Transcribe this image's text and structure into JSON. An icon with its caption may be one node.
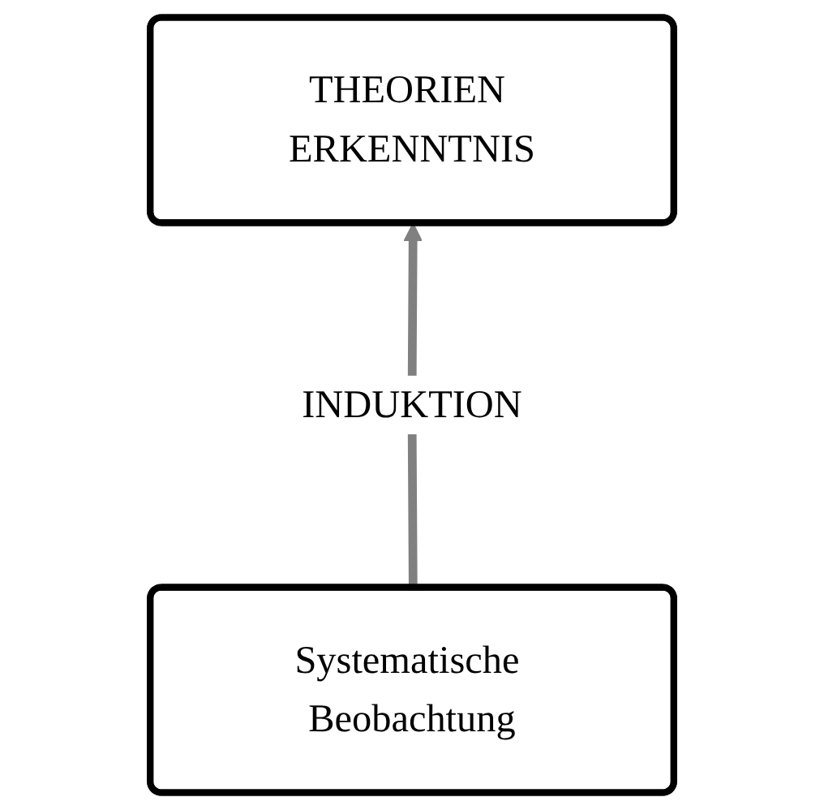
{
  "diagram": {
    "nodes": [
      {
        "text": [
          "THEORIEN ERKENNTNIS"
        ]
      },
      {
        "text": [
          "Systematische Beobachtung"
        ]
      }
    ],
    "edges": [
      {
        "from": 1,
        "to": 0,
        "arrow": "to",
        "label": "INDUKTION"
      }
    ]
  }
}
